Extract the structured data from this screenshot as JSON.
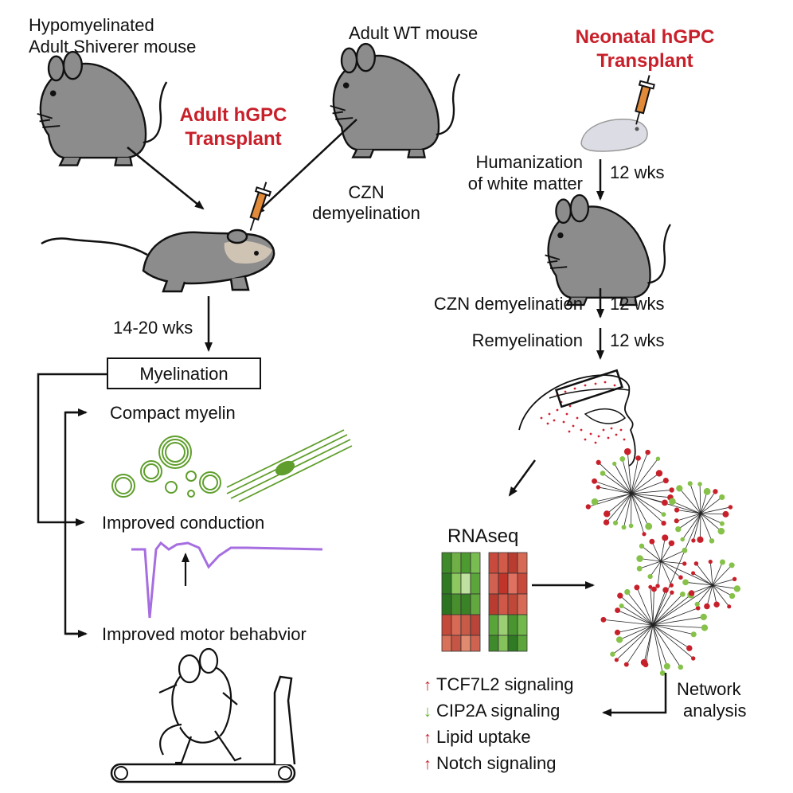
{
  "left": {
    "shiverer_line1": "Hypomyelinated",
    "shiverer_line2": "Adult Shiverer mouse",
    "wt_label": "Adult WT mouse",
    "transplant_line1": "Adult hGPC",
    "transplant_line2": "Transplant",
    "czn_line1": "CZN",
    "czn_line2": "demyelination",
    "time_label": "14-20 wks",
    "myelination_box": "Myelination",
    "outcomes": [
      "Compact myelin",
      "Improved conduction",
      "Improved motor behabvior"
    ]
  },
  "right": {
    "transplant_line1": "Neonatal hGPC",
    "transplant_line2": "Transplant",
    "humanization_line1": "Humanization",
    "humanization_line2": "of white matter",
    "steps": [
      {
        "label": "",
        "time": "12 wks"
      },
      {
        "label": "CZN demyelination",
        "time": "12 wks"
      },
      {
        "label": "Remyelination",
        "time": "12 wks"
      }
    ],
    "rnaseq_label": "RNAseq",
    "network_line1": "Network",
    "network_line2": "analysis",
    "findings": [
      {
        "text": "TCF7L2 signaling",
        "direction": "up"
      },
      {
        "text": "CIP2A signaling",
        "direction": "down"
      },
      {
        "text": "Lipid uptake",
        "direction": "up"
      },
      {
        "text": "Notch signaling",
        "direction": "up"
      }
    ]
  },
  "colors": {
    "accent_red": "#c8202a",
    "myelin_green": "#5f9e2c",
    "trace_purple": "#a66ee0",
    "mouse_gray": "#8c8c8c",
    "up_arrow": "#c8202a",
    "down_arrow": "#62b22e"
  },
  "icons": [
    "syringe-icon",
    "mouse-icon",
    "treadmill-icon",
    "heatmap-icon",
    "network-graph-icon",
    "brain-section-icon"
  ]
}
